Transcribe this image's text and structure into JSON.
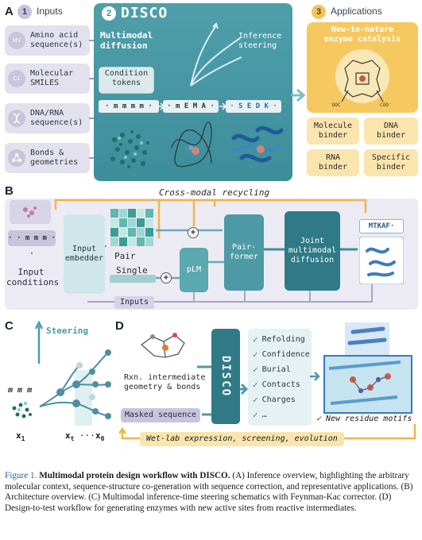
{
  "panel_a": {
    "label": "A",
    "inputs_num": "1",
    "inputs_title": "Inputs",
    "inputs": [
      {
        "icon": "MV",
        "text": "Amino acid\nsequence(s)"
      },
      {
        "icon": "C1",
        "text": "Molecular\nSMILES"
      },
      {
        "icon": "dna-icon",
        "text": "DNA/RNA\nsequence(s)"
      },
      {
        "icon": "bonds-icon",
        "text": "Bonds &\ngeometries"
      }
    ],
    "disco_num": "2",
    "disco_title": "DISCO",
    "multimodal": "Multimodal\ndiffusion",
    "inference": "Inference\nsteering",
    "condition": "Condition\ntokens",
    "seq1": "· m m m m ·",
    "seq2": "· m E M A ·",
    "seq3": "· S E D K ·",
    "apps_num": "3",
    "apps_title": "Applications",
    "new_to_nature": "New-to-nature\nenzyme catalysis",
    "app_boxes": [
      "Molecule\nbinder",
      "DNA\nbinder",
      "RNA\nbinder",
      "Specific\nbinder"
    ]
  },
  "panel_b": {
    "label": "B",
    "recycling": "Cross-modal recycling",
    "dots": "· · m m m · ·",
    "input_conditions": "Input\nconditions",
    "input_embedder": "Input\nembedder",
    "pair": "Pair",
    "single": "Single",
    "plm": "pLM",
    "pairformer": "Pair-\nformer",
    "joint": "Joint\nmultimodal\ndiffusion",
    "inputs": "Inputs",
    "output_seq": "MTKAF·"
  },
  "panel_c": {
    "label": "C",
    "steering": "Steering",
    "mmm": "m m m",
    "x1": "x",
    "x1_sub": "1",
    "xt": "x",
    "xt_sub": "t",
    "dots": "···",
    "x0": "x",
    "x0_sub": "0"
  },
  "panel_d": {
    "label": "D",
    "rxn": "Rxn. intermediate\ngeometry & bonds",
    "masked": "Masked sequence",
    "disco": "DISCO",
    "checks": [
      "Refolding",
      "Confidence",
      "Burial",
      "Contacts",
      "Charges",
      "…"
    ],
    "new_motifs": "New residue motifs",
    "wetlab": "Wet-lab expression, screening, evolution"
  },
  "caption": {
    "fig": "Figure 1.",
    "title": "Multimodal protein design workflow with DISCO.",
    "body": "(A) Inference overview, highlighting the arbitrary molecular context, sequence-structure co-generation with sequence correction, and representative applications. (B) Architecture overview. (C) Multimodal inference-time steering schematics with Feynman-Kac corrector. (D) Design-to-test workflow for generating enzymes with new active sites from reactive intermediates."
  },
  "colors": {
    "teal": "#4d9aa6",
    "teal_dark": "#2f6f7d",
    "lavender": "#e3e1ee",
    "yellow": "#fbe5ae",
    "orange_line": "#f0b54a"
  }
}
